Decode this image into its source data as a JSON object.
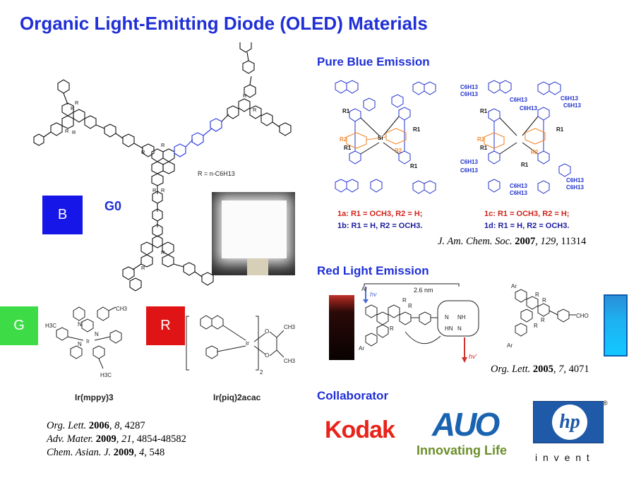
{
  "title": "Organic Light-Emitting Diode (OLED) Materials",
  "boxes": {
    "blue": {
      "label": "B",
      "color": "#1616e8"
    },
    "green": {
      "label": "G",
      "color": "#3ddc46"
    },
    "red": {
      "label": "R",
      "color": "#e01414"
    }
  },
  "g0": {
    "label": "G0",
    "r_label": "R = n-C6H13"
  },
  "green_molecule": {
    "name": "Ir(mppy)3",
    "methyl": "CH3",
    "metal": "Ir",
    "methyl2": "H3C"
  },
  "red_molecule": {
    "name": "Ir(piq)2acac",
    "metal": "Ir",
    "subscript": "2"
  },
  "left_refs": [
    {
      "journal": "Org. Lett.",
      "year": "2006",
      "vol": "8",
      "pages": "4287"
    },
    {
      "journal": "Adv. Mater.",
      "year": "2009",
      "vol": "21",
      "pages": "4854-48582"
    },
    {
      "journal": "Chem. Asian. J.",
      "year": "2009",
      "vol": "4",
      "pages": "548"
    }
  ],
  "pure_blue": {
    "heading": "Pure Blue Emission",
    "labels": {
      "a": "1a: R1 = OCH3, R2 = H;",
      "b": "1b: R1 = H, R2 = OCH3.",
      "c": "1c: R1 = OCH3, R2 = H;",
      "d": "1d: R1 = H, R2 = OCH3."
    },
    "ref": {
      "journal": "J. Am. Chem. Soc.",
      "year": "2007",
      "vol": "129",
      "pages": "11314"
    }
  },
  "red_emission": {
    "heading": "Red Light Emission",
    "distance": "2.6 nm",
    "hv": "hv",
    "hv2": "hv'",
    "ref": {
      "journal": "Org. Lett.",
      "year": "2005",
      "vol": "7",
      "pages": "4071"
    },
    "cho": "CHO",
    "ar": "Ar",
    "r": "R"
  },
  "collaborator": {
    "heading": "Collaborator",
    "kodak": "Kodak",
    "auo": "AUO",
    "auo_tagline": "Innovating Life",
    "hp": "hp",
    "hp_tagline": "i n v e n t",
    "colors": {
      "kodak": "#e8231a",
      "auo": "#1a63b0",
      "auo_tag": "#6b8f2a",
      "hp": "#1f5aa8"
    }
  }
}
